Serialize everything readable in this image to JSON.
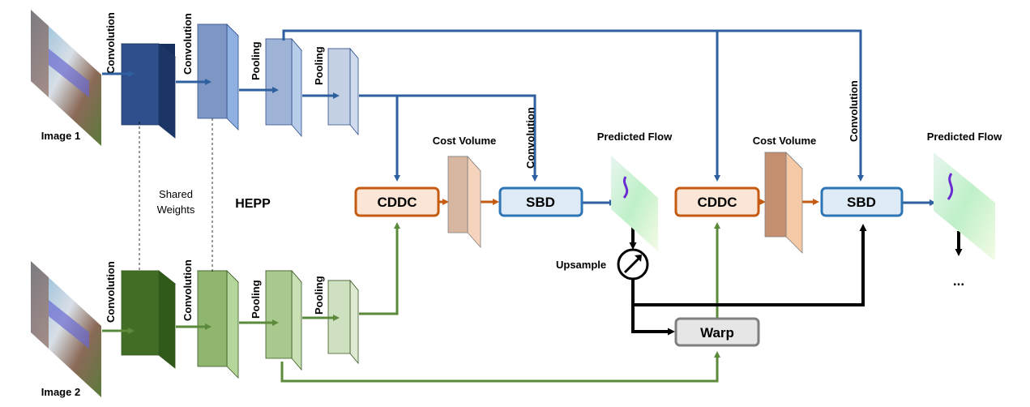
{
  "labels": {
    "image1": "Image 1",
    "image2": "Image 2",
    "conv_a_top": "Convolution",
    "conv_b_top": "Convolution",
    "pool_a_top": "Pooling",
    "pool_b_top": "Pooling",
    "conv_a_bot": "Convolution",
    "conv_b_bot": "Convolution",
    "pool_a_bot": "Pooling",
    "pool_b_bot": "Pooling",
    "shared_line1": "Shared",
    "shared_line2": "Weights",
    "hepp": "HEPP",
    "cost_volume_1": "Cost Volume",
    "cost_volume_2": "Cost Volume",
    "convolution_mid": "Convolution",
    "convolution_right": "Convolution",
    "predicted_flow_1": "Predicted Flow",
    "predicted_flow_2": "Predicted Flow",
    "upsample": "Upsample",
    "cddc_1": "CDDC",
    "cddc_2": "CDDC",
    "sbd_1": "SBD",
    "sbd_2": "SBD",
    "warp": "Warp",
    "ellipsis": "..."
  },
  "colors": {
    "blue_arrow": "#2e5f9e",
    "green_arrow": "#5b8a3a",
    "orange_arrow": "#c55a11",
    "black_arrow": "#000000",
    "cddc_border": "#c55a11",
    "cddc_fill": "#fbe5d6",
    "sbd_border": "#2e75b6",
    "sbd_fill": "#deebf7",
    "warp_border": "#7f7f7f",
    "warp_fill": "#e7e6e6"
  }
}
